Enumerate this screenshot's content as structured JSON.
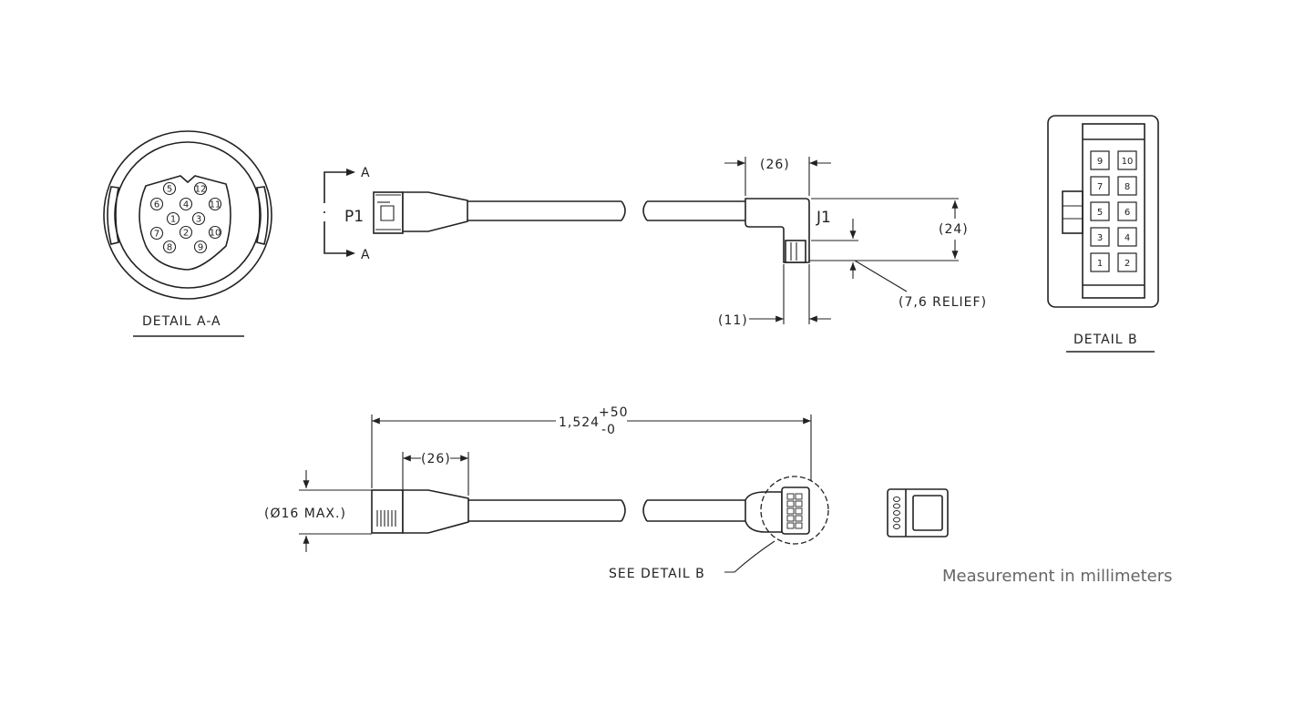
{
  "detail_aa": {
    "label": "DETAIL A-A",
    "pins": [
      "1",
      "2",
      "3",
      "4",
      "5",
      "6",
      "7",
      "8",
      "9",
      "10",
      "11",
      "12"
    ]
  },
  "side_view": {
    "section_marker_top": "A",
    "section_marker_bottom": "A",
    "plug_label": "P1",
    "jack_label": "J1",
    "dim_top": "(26)",
    "dim_height": "(24)",
    "dim_left": "(11)",
    "dim_relief": "(7,6 RELIEF)"
  },
  "detail_b": {
    "label": "DETAIL B",
    "pins": [
      "9",
      "10",
      "7",
      "8",
      "5",
      "6",
      "3",
      "4",
      "1",
      "2"
    ]
  },
  "bottom_view": {
    "dim_length": "1,524",
    "tol_plus": "+50",
    "tol_minus": "-0",
    "dim_plug": "(26)",
    "dim_dia": "(Ø16 MAX.)",
    "see_detail": "SEE DETAIL B"
  },
  "note": "Measurement in millimeters"
}
